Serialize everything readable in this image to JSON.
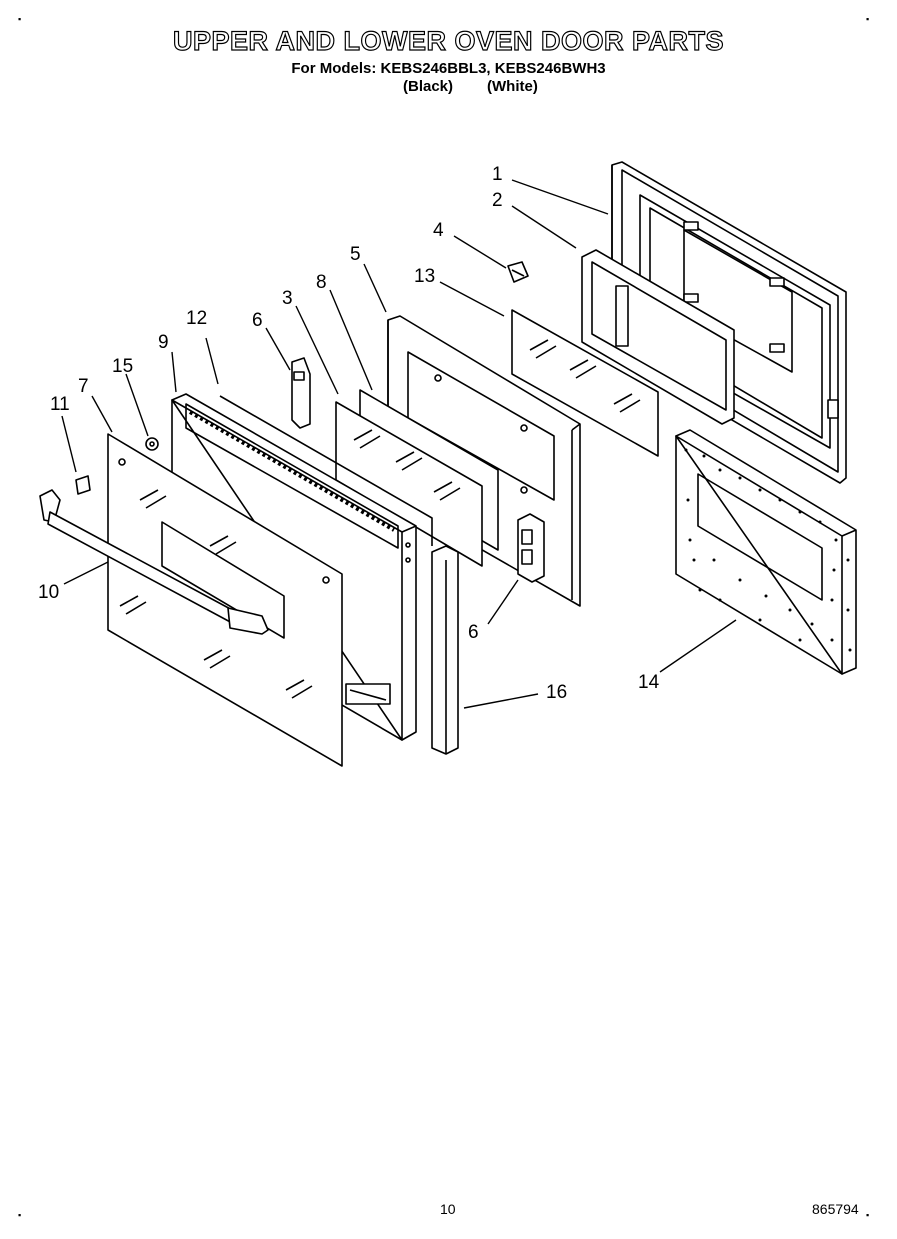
{
  "header": {
    "title": "UPPER AND LOWER OVEN DOOR PARTS",
    "models_line": "For Models: KEBS246BBL3, KEBS246BWH3",
    "variant_black": "(Black)",
    "variant_white": "(White)"
  },
  "callouts": [
    "1",
    "2",
    "4",
    "13",
    "5",
    "8",
    "3",
    "6",
    "12",
    "9",
    "15",
    "7",
    "11",
    "10",
    "6",
    "16",
    "14"
  ],
  "footer": {
    "page_number": "10",
    "document_number": "865794"
  }
}
